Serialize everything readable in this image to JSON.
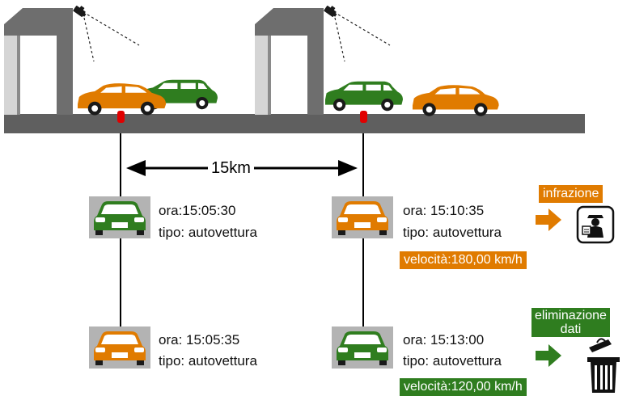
{
  "distance_label": "15km",
  "checkpoints": [
    {
      "ora": "ora:15:05:30",
      "tipo": "tipo: autovettura",
      "car_color": "green",
      "velocita": ""
    },
    {
      "ora": "ora: 15:10:35",
      "tipo": "tipo: autovettura",
      "car_color": "orange",
      "velocita": "velocità:180,00 km/h"
    },
    {
      "ora": "ora: 15:05:35",
      "tipo": "tipo: autovettura",
      "car_color": "orange",
      "velocita": ""
    },
    {
      "ora": "ora: 15:13:00",
      "tipo": "tipo: autovettura",
      "car_color": "green",
      "velocita": "velocità:120,00 km/h"
    }
  ],
  "outcomes": {
    "infraction_label": "infrazione",
    "deletion_label_line1": "eliminazione",
    "deletion_label_line2": "dati",
    "infraction_icon": "police-officer-icon",
    "deletion_icon": "trash-bin-icon"
  },
  "colors": {
    "orange": "#e07b00",
    "green": "#2f7d1f",
    "road": "#5f5f5f",
    "gantry": "#6e6e6e",
    "sensor": "#e00000"
  }
}
